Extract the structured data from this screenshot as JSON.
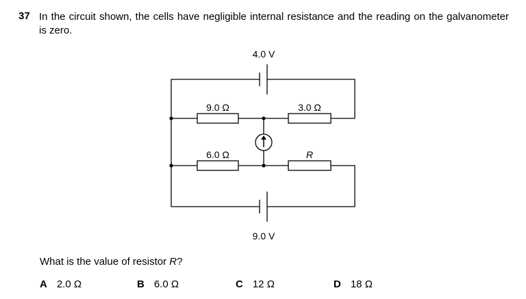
{
  "question": {
    "number": "37",
    "text": "In the circuit shown, the cells have negligible internal resistance and the reading on the galvanometer is zero.",
    "prompt_before": "What is the value of resistor ",
    "prompt_var": "R",
    "prompt_after": "?"
  },
  "circuit": {
    "cell_top_emf": "4.0 V",
    "cell_bottom_emf": "9.0 V",
    "resistor_top_left": "9.0 Ω",
    "resistor_top_right": "3.0 Ω",
    "resistor_bottom_left": "6.0 Ω",
    "resistor_bottom_right": "R",
    "meter": "galvanometer"
  },
  "options": [
    {
      "letter": "A",
      "value": "2.0 Ω"
    },
    {
      "letter": "B",
      "value": "6.0 Ω"
    },
    {
      "letter": "C",
      "value": "12 Ω"
    },
    {
      "letter": "D",
      "value": "18 Ω"
    }
  ]
}
